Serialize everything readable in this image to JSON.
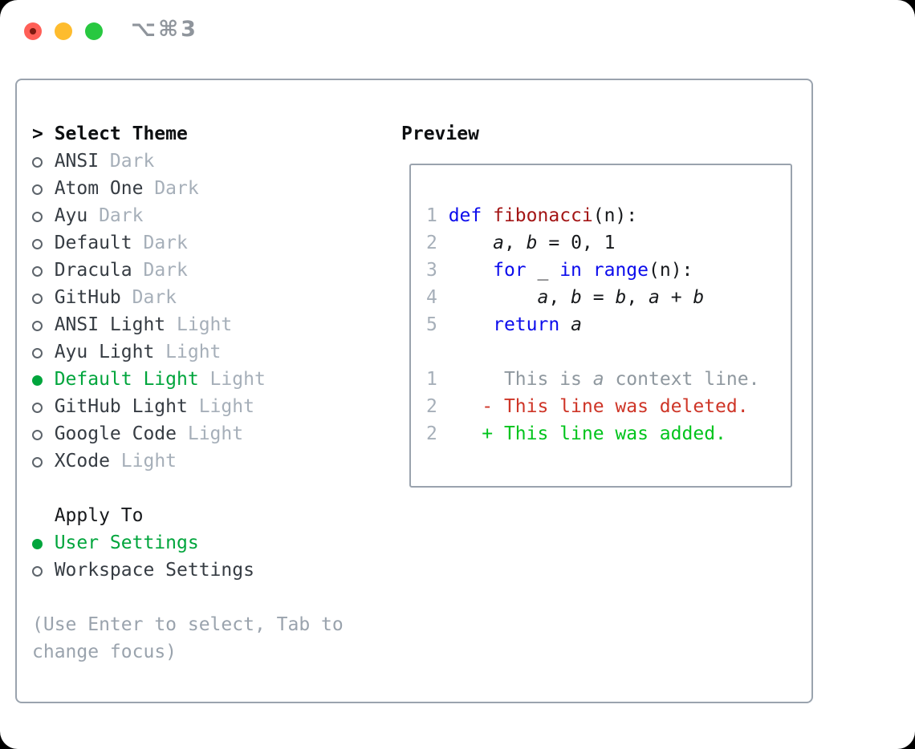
{
  "titlebar": {
    "shortcut": "⌥⌘3",
    "traffic_lights": [
      "close",
      "minimize",
      "zoom"
    ]
  },
  "theme_picker": {
    "marker": ">",
    "header": "Select Theme",
    "items": [
      {
        "name": "ANSI",
        "variant": "Dark",
        "selected": false
      },
      {
        "name": "Atom One",
        "variant": "Dark",
        "selected": false
      },
      {
        "name": "Ayu",
        "variant": "Dark",
        "selected": false
      },
      {
        "name": "Default",
        "variant": "Dark",
        "selected": false
      },
      {
        "name": "Dracula",
        "variant": "Dark",
        "selected": false
      },
      {
        "name": "GitHub",
        "variant": "Dark",
        "selected": false
      },
      {
        "name": "ANSI Light",
        "variant": "Light",
        "selected": false
      },
      {
        "name": "Ayu Light",
        "variant": "Light",
        "selected": false
      },
      {
        "name": "Default Light",
        "variant": "Light",
        "selected": true
      },
      {
        "name": "GitHub Light",
        "variant": "Light",
        "selected": false
      },
      {
        "name": "Google Code",
        "variant": "Light",
        "selected": false
      },
      {
        "name": "XCode",
        "variant": "Light",
        "selected": false
      }
    ]
  },
  "apply_to": {
    "header": "Apply To",
    "options": [
      {
        "label": "User Settings",
        "selected": true
      },
      {
        "label": "Workspace Settings",
        "selected": false
      }
    ]
  },
  "footer_hint": "(Use Enter to select, Tab to change focus)",
  "footer_hint_lines": [
    "(Use Enter to select, Tab to",
    "change focus)"
  ],
  "preview": {
    "header": "Preview",
    "lines": [
      [
        {
          "t": "1 ",
          "s": "ln"
        },
        {
          "t": "def",
          "s": "kw"
        },
        {
          "t": " ",
          "s": "pl"
        },
        {
          "t": "fibonacci",
          "s": "fn"
        },
        {
          "t": "(n):",
          "s": "pl"
        }
      ],
      [
        {
          "t": "2",
          "s": "ln"
        },
        {
          "t": "     ",
          "s": "pl"
        },
        {
          "t": "a",
          "s": "var"
        },
        {
          "t": ", ",
          "s": "pl"
        },
        {
          "t": "b",
          "s": "var"
        },
        {
          "t": " = 0, 1",
          "s": "pl"
        }
      ],
      [
        {
          "t": "3",
          "s": "ln"
        },
        {
          "t": "     ",
          "s": "pl"
        },
        {
          "t": "for",
          "s": "kw"
        },
        {
          "t": " _ ",
          "s": "pl"
        },
        {
          "t": "in",
          "s": "kw"
        },
        {
          "t": " ",
          "s": "pl"
        },
        {
          "t": "range",
          "s": "kw"
        },
        {
          "t": "(n):",
          "s": "pl"
        }
      ],
      [
        {
          "t": "4",
          "s": "ln"
        },
        {
          "t": "         ",
          "s": "pl"
        },
        {
          "t": "a",
          "s": "var"
        },
        {
          "t": ", ",
          "s": "pl"
        },
        {
          "t": "b",
          "s": "var"
        },
        {
          "t": " = ",
          "s": "pl"
        },
        {
          "t": "b",
          "s": "var"
        },
        {
          "t": ", ",
          "s": "pl"
        },
        {
          "t": "a",
          "s": "var"
        },
        {
          "t": " + ",
          "s": "pl"
        },
        {
          "t": "b",
          "s": "var"
        }
      ],
      [
        {
          "t": "5",
          "s": "ln"
        },
        {
          "t": "     ",
          "s": "pl"
        },
        {
          "t": "return",
          "s": "kw"
        },
        {
          "t": " ",
          "s": "pl"
        },
        {
          "t": "a",
          "s": "var"
        }
      ],
      [],
      [
        {
          "t": "1",
          "s": "ln"
        },
        {
          "t": "      ",
          "s": "ctx"
        },
        {
          "t": "This is ",
          "s": "ctx"
        },
        {
          "t": "a",
          "s": "ctxi"
        },
        {
          "t": " context line.",
          "s": "ctx"
        }
      ],
      [
        {
          "t": "2",
          "s": "ln"
        },
        {
          "t": "    ",
          "s": "pl"
        },
        {
          "t": "- This line was deleted.",
          "s": "del"
        }
      ],
      [
        {
          "t": "2",
          "s": "ln"
        },
        {
          "t": "    ",
          "s": "pl"
        },
        {
          "t": "+ This line was added.",
          "s": "add"
        }
      ]
    ]
  },
  "colors": {
    "ui_selected_green": "#00a53c",
    "diff_added_green": "#00c41c",
    "diff_deleted_red": "#ce3527",
    "keyword_blue": "#0c0cec",
    "function_red": "#a31515",
    "muted_gray": "#a6afb9",
    "context_gray": "#8f989f",
    "footer_gray": "#9aa3ad",
    "panel_border": "#9aa3ae",
    "traffic_red": "#ff5f57",
    "traffic_yellow": "#febc2e",
    "traffic_green": "#28c840"
  }
}
